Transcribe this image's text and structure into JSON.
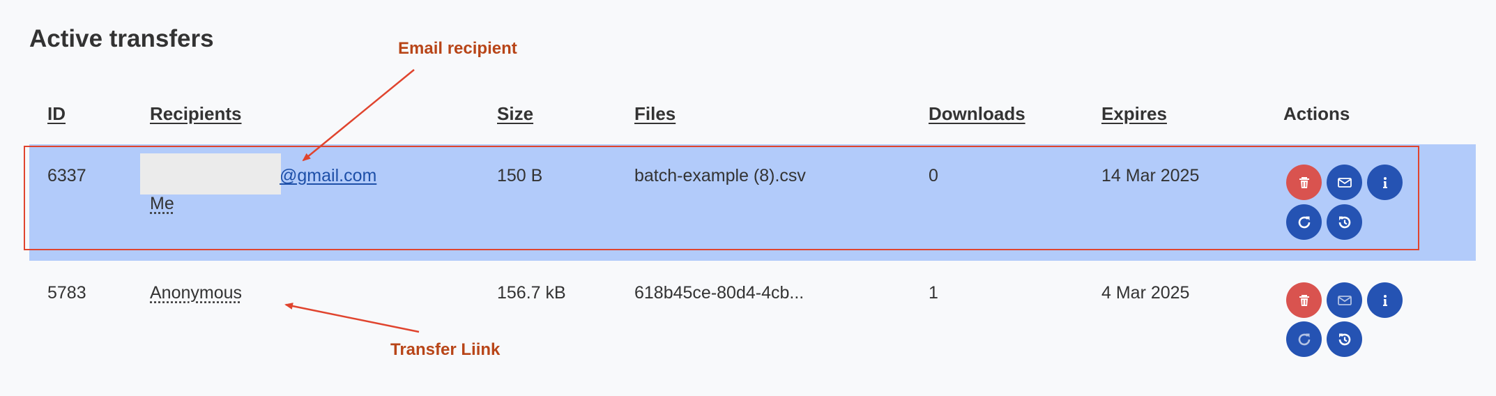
{
  "page": {
    "title": "Active transfers"
  },
  "table": {
    "headers": {
      "id": "ID",
      "recipients": "Recipients",
      "size": "Size",
      "files": "Files",
      "downloads": "Downloads",
      "expires": "Expires",
      "actions": "Actions"
    },
    "rows": [
      {
        "id": "6337",
        "recipient_email_suffix": "@gmail.com",
        "recipient_label": "Me",
        "size": "150 B",
        "files": "batch-example (8).csv",
        "downloads": "0",
        "expires": "14 Mar 2025",
        "highlighted": true
      },
      {
        "id": "5783",
        "recipient_label": "Anonymous",
        "size": "156.7 kB",
        "files": "618b45ce-80d4-4cb...",
        "downloads": "1",
        "expires": "4 Mar 2025",
        "highlighted": false
      }
    ],
    "action_icons": [
      "trash-icon",
      "envelope-icon",
      "info-icon",
      "refresh-icon",
      "history-icon"
    ]
  },
  "annotations": {
    "email_recipient": "Email recipient",
    "transfer_link": "Transfer Liink"
  },
  "colors": {
    "highlight_row": "#b2cbfa",
    "delete_button": "#d9534f",
    "action_button": "#2553b3",
    "annotation_text": "#b84518",
    "callout": "#e0442e",
    "link": "#1d4fa8"
  }
}
